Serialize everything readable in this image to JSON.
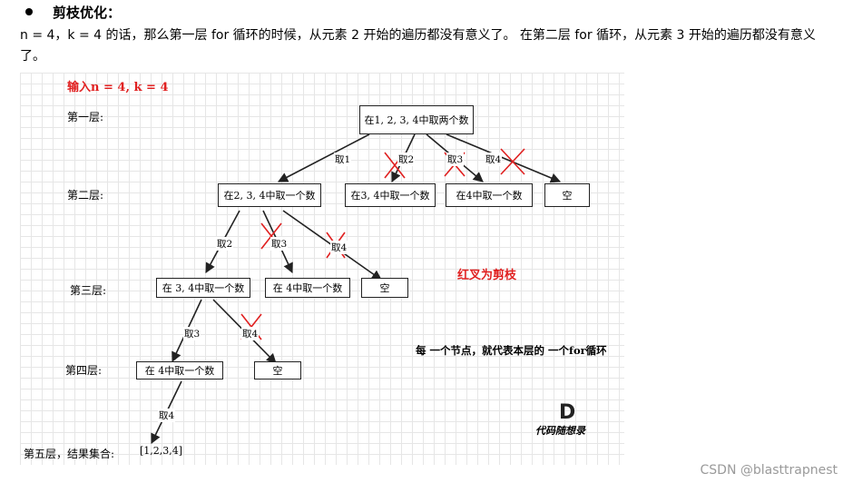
{
  "heading": {
    "text": "剪枝优化："
  },
  "paragraph": "n = 4，k = 4 的话，那么第一层 for 循环的时候，从元素 2 开始的遍历都没有意义了。 在第二层 for 循环，从元素 3 开始的遍历都没有意义了。",
  "figure": {
    "title": "输入n = 4, k = 4",
    "levels": [
      "第一层:",
      "第二层:",
      "第三层:",
      "第四层:",
      "第五层，结果集合:"
    ],
    "nodes": {
      "root": "在1, 2, 3, 4中取两个数",
      "l2_a": "在2, 3, 4中取一个数",
      "l2_b": "在3, 4中取一个数",
      "l2_c": "在4中取一个数",
      "l2_d": "空",
      "l3_a": "在 3, 4中取一个数",
      "l3_b": "在 4中取一个数",
      "l3_c": "空",
      "l4_a": "在 4中取一个数",
      "l4_b": "空",
      "result": "[1,2,3,4]"
    },
    "edges": {
      "e1": "取1",
      "e2": "取2",
      "e3": "取3",
      "e4": "取4",
      "e5": "取2",
      "e6": "取3",
      "e7": "取4",
      "e8": "取3",
      "e9": "取4",
      "e10": "取4"
    },
    "pruned_note": "红叉为剪枝",
    "loop_note": "每 一个节点，就代表本层的 一个for循环",
    "logo_letter": "D",
    "logo_text": "代码随想录"
  },
  "watermark": "CSDN @blasttrapnest",
  "colors": {
    "prune": "#e02020",
    "line": "#222222"
  }
}
